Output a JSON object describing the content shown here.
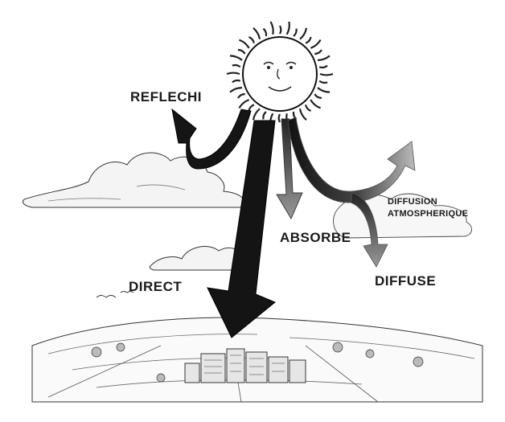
{
  "labels": {
    "reflected": "REFLECHI",
    "absorbed": "ABSORBE",
    "direct": "DIRECT",
    "diffuse": "DIFFUSE",
    "atmospheric_diffusion_line1": "DIFFUSION",
    "atmospheric_diffusion_line2": "ATMOSPHERIQUE"
  },
  "icons": {
    "sun": "sun-icon",
    "clouds": "cloud-icon",
    "city": "city-landscape-icon"
  },
  "colors": {
    "ink": "#1a1a1a",
    "background": "#ffffff"
  }
}
